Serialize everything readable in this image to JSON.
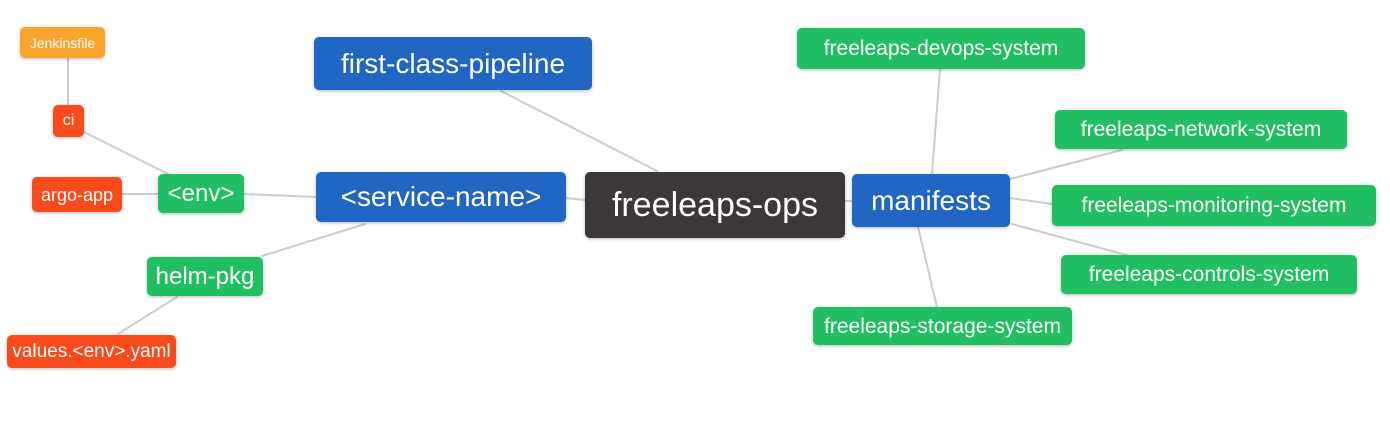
{
  "diagram": {
    "background": "#FFFFFF",
    "palette": {
      "root_dark": "#3B3837",
      "branch_blue": "#2166C2",
      "leaf_green": "#21BF61",
      "leaf_orange": "#F9A42D",
      "leaf_red": "#F94A1C",
      "edge_gray": "#CCCCCC",
      "node_text": "#FFFFFF"
    }
  },
  "nodes": {
    "jenkinsfile": {
      "label": "Jenkinsfile"
    },
    "ci": {
      "label": "ci"
    },
    "argo_app": {
      "label": "argo-app"
    },
    "env": {
      "label": "<env>"
    },
    "helm_pkg": {
      "label": "helm-pkg"
    },
    "values_env_yaml": {
      "label": "values.<env>.yaml"
    },
    "first_class_pipeline": {
      "label": "first-class-pipeline"
    },
    "service_name": {
      "label": "<service-name>"
    },
    "freeleaps_ops": {
      "label": "freeleaps-ops"
    },
    "manifests": {
      "label": "manifests"
    },
    "freeleaps_devops_system": {
      "label": "freeleaps-devops-system"
    },
    "freeleaps_network_system": {
      "label": "freeleaps-network-system"
    },
    "freeleaps_monitoring_system": {
      "label": "freeleaps-monitoring-system"
    },
    "freeleaps_controls_system": {
      "label": "freeleaps-controls-system"
    },
    "freeleaps_storage_system": {
      "label": "freeleaps-storage-system"
    }
  }
}
